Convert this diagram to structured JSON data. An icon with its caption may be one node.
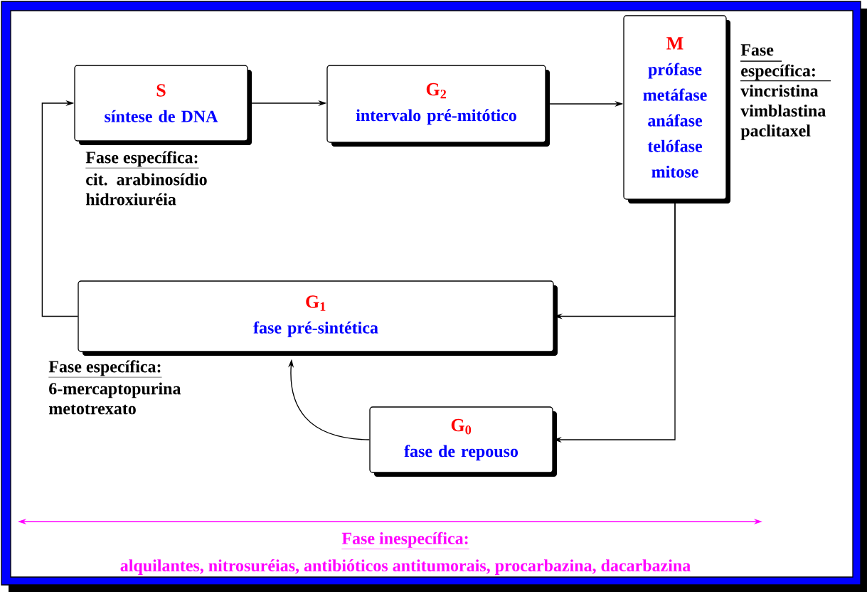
{
  "diagram": {
    "nodes": [
      {
        "text": [
          "S",
          "síntese de DNA"
        ],
        "beside": [
          "Fase específica:",
          "cit. arabinosídio hidroxiuréia"
        ]
      },
      {
        "text": [
          "G$_{2}$",
          "intervalo pré-mitótico"
        ]
      },
      {
        "text": [
          "M",
          "prófase metáfase anáfase telófase mitose"
        ],
        "beside": [
          "Fase específica:",
          "vincristina vimblastina paclitaxel"
        ]
      },
      {
        "text": [
          "G$_{1}$",
          "fase pré-sintética"
        ],
        "beside": [
          "Fase específica:",
          "6-mercaptopurina metotrexato"
        ]
      },
      {
        "text": [
          "G$_{0}$",
          "fase de repouso"
        ]
      }
    ],
    "edges": [
      {
        "from": 0,
        "to": 1,
        "arrow": "to"
      },
      {
        "from": 1,
        "to": 2,
        "arrow": "to"
      },
      {
        "from": 2,
        "to": 3,
        "arrow": "to"
      },
      {
        "from": 2,
        "to": 4,
        "arrow": "to"
      },
      {
        "from": 3,
        "to": 0,
        "arrow": "to"
      },
      {
        "from": 4,
        "to": 3,
        "arrow": "to"
      }
    ],
    "labels": [
      "Fase inespecífica:",
      "alquilantes, nitrosuréias, antibióticos antitumorais, procarbazina, dacarbazina"
    ]
  }
}
